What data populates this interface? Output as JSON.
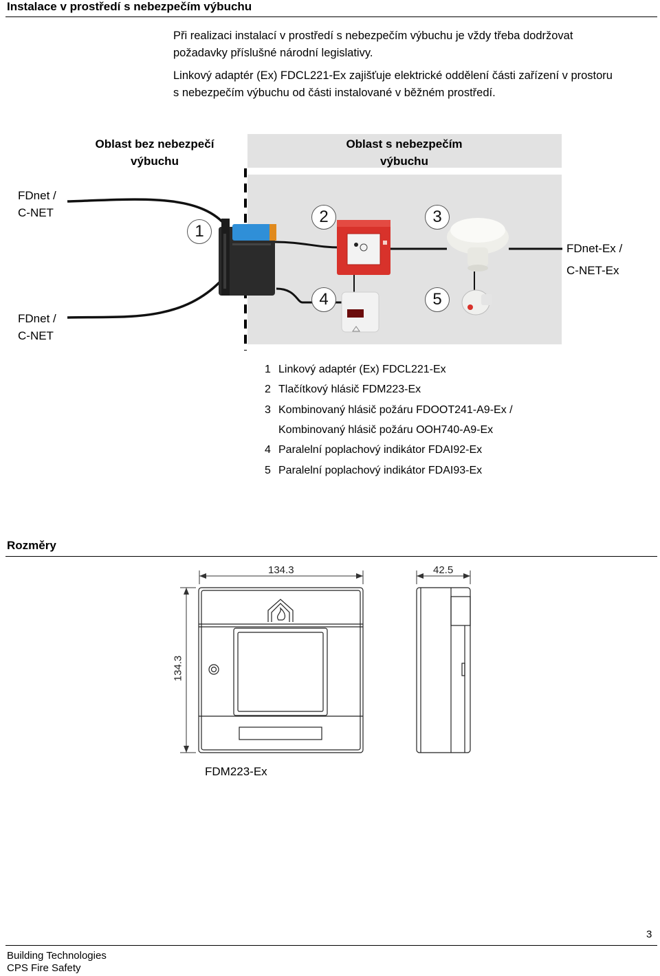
{
  "section1": {
    "heading": "Instalace v prostředí s nebezpečím výbuchu",
    "para1_line1": "Při realizaci instalací v prostředí s nebezpečím výbuchu je vždy třeba dodržovat",
    "para1_line2": "požadavky příslušné národní legislativy.",
    "para2_line1": "Linkový adaptér (Ex) FDCL221-Ex zajišťuje elektrické oddělení části zařízení v prostoru",
    "para2_line2": "s nebezpečím výbuchu od části instalované v běžném prostředí."
  },
  "diagram": {
    "zone_safe_line1": "Oblast bez nebezpečí",
    "zone_safe_line2": "výbuchu",
    "zone_ex_line1": "Oblast s nebezpečím",
    "zone_ex_line2": "výbuchu",
    "left_top_line1": "FDnet /",
    "left_top_line2": "C-NET",
    "left_bottom_line1": "FDnet /",
    "left_bottom_line2": "C-NET",
    "right_line1": "FDnet-Ex /",
    "right_line2": "C-NET-Ex",
    "callouts": [
      "1",
      "2",
      "3",
      "4",
      "5"
    ]
  },
  "legend": [
    {
      "num": "1",
      "text": "Linkový adaptér (Ex) FDCL221-Ex"
    },
    {
      "num": "2",
      "text": "Tlačítkový hlásič FDM223-Ex"
    },
    {
      "num": "3",
      "text": "Kombinovaný hlásič požáru  FDOOT241-A9-Ex /"
    },
    {
      "num": "",
      "text": "Kombinovaný hlásič požáru  OOH740-A9-Ex"
    },
    {
      "num": "4",
      "text": "Paralelní poplachový indikátor  FDAI92-Ex"
    },
    {
      "num": "5",
      "text": "Paralelní poplachový indikátor  FDAI93-Ex"
    }
  ],
  "section2": {
    "heading": "Rozměry",
    "dim_width": "134.3",
    "dim_depth": "42.5",
    "dim_height": "134.3",
    "caption": "FDM223-Ex"
  },
  "footer": {
    "page_number": "3",
    "line1": "Building Technologies",
    "line2": "CPS Fire Safety"
  },
  "colors": {
    "ex_zone_bg": "#e2e2e2",
    "callpoint_red": "#d8322b",
    "adapter_blue": "#2f8fd8",
    "adapter_orange": "#e08a1e"
  }
}
